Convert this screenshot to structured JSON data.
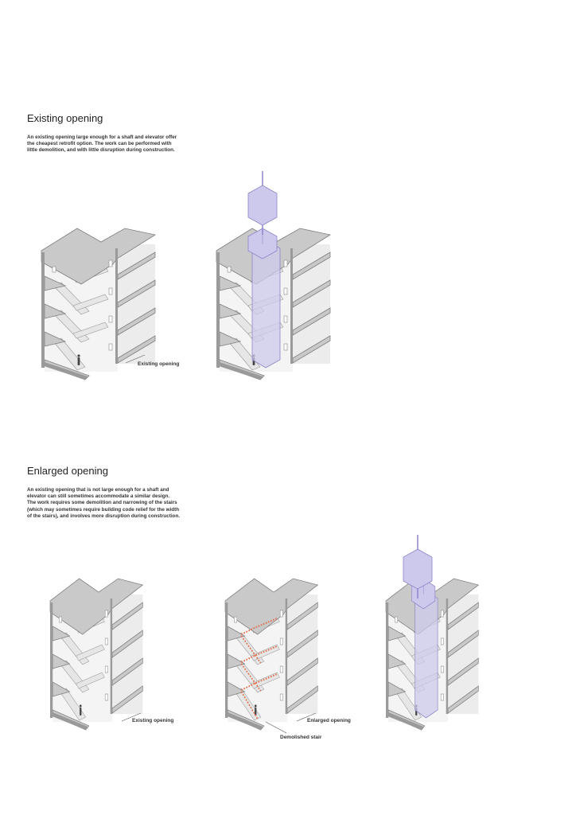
{
  "sections": [
    {
      "title": "Existing opening",
      "body_lines": [
        "An existing opening large enough for a shaft and elevator offer",
        "the cheapest retrofit option. The work can be performed with",
        "little demolition, and with little disruption during construction."
      ],
      "labels": {
        "existing_opening": "Existing opening"
      }
    },
    {
      "title": "Enlarged opening",
      "body_lines": [
        "An existing opening that is not large enough for a shaft and",
        "elevator can still sometimes accommodate a similar design.",
        "The work requires some demolition and narrowing of the stairs",
        "(which may sometimes require building code relief for the width",
        "of the stairs), and involves more disruption during construction."
      ],
      "labels": {
        "existing_opening": "Existing opening",
        "enlarged_opening": "Enlarged opening",
        "demolished_stair": "Demolished stair"
      }
    }
  ],
  "colors": {
    "slab": "#c9c9c9",
    "edge": "#8a8a8a",
    "elevator": "#cdc9ec",
    "elevator_stroke": "#8c86c9",
    "demolished": "#e2704c"
  }
}
